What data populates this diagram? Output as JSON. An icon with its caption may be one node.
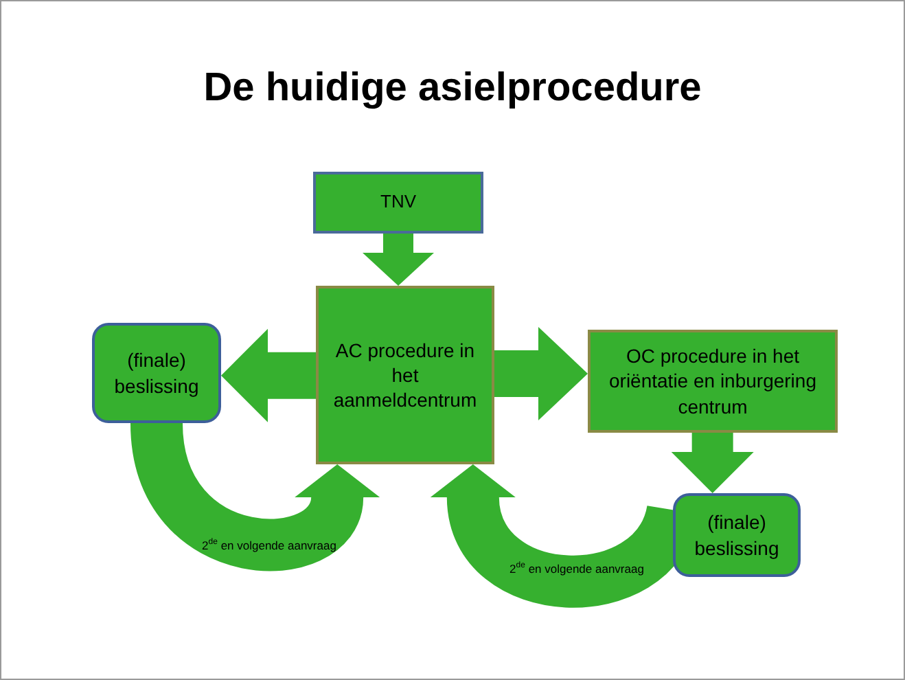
{
  "diagram": {
    "title": "De huidige asielprocedure",
    "nodes": [
      {
        "text": [
          "TNV"
        ]
      },
      {
        "text": [
          "AC procedure in het aanmeldcentrum"
        ]
      },
      {
        "text": [
          "(finale) beslissing"
        ]
      },
      {
        "text": [
          "OC procedure in het oriëntatie en inburgering centrum"
        ]
      },
      {
        "text": [
          "(finale) beslissing"
        ]
      }
    ],
    "edges": [
      {
        "from": 0,
        "to": 1,
        "arrow": "to"
      },
      {
        "from": 1,
        "to": 2,
        "arrow": "to"
      },
      {
        "from": 1,
        "to": 3,
        "arrow": "to"
      },
      {
        "from": 3,
        "to": 4,
        "arrow": "to"
      },
      {
        "from": 2,
        "to": 1,
        "arrow": "to",
        "label": "2$^{de}$ en volgende aanvraag"
      },
      {
        "from": 4,
        "to": 1,
        "arrow": "to",
        "label": "2$^{de}$ en volgende aanvraag"
      }
    ]
  }
}
